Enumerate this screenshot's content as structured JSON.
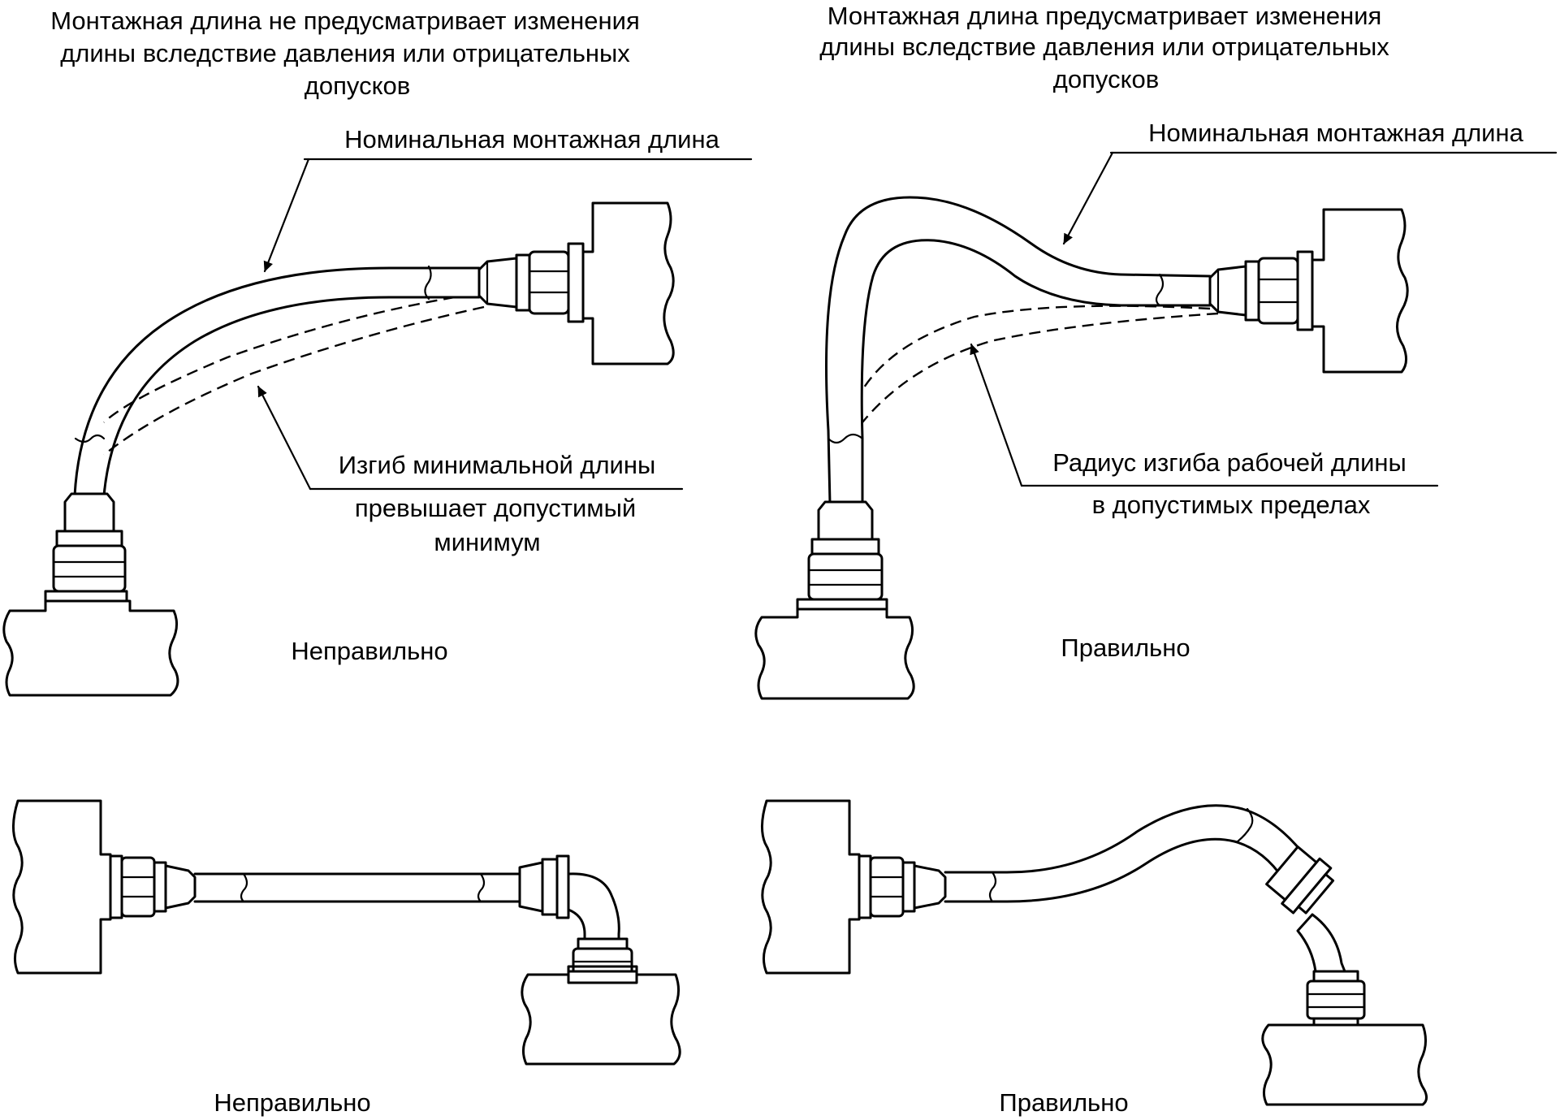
{
  "diagram": {
    "top_left": {
      "heading_lines": [
        "Монтажная длина не предусматривает изменения",
        "длины вследствие давления или отрицательных",
        "допусков"
      ],
      "nominal_label": "Номинальная монтажная длина",
      "bend_label_lines": [
        "Изгиб минимальной длины",
        "превышает допустимый",
        "минимум"
      ],
      "caption": "Неправильно"
    },
    "top_right": {
      "heading_lines": [
        "Монтажная длина предусматривает изменения",
        "длины вследствие давления или отрицательных",
        "допусков"
      ],
      "nominal_label": "Номинальная монтажная длина",
      "radius_label_lines": [
        "Радиус изгиба рабочей длины",
        "в допустимых пределах"
      ],
      "caption": "Правильно"
    },
    "bottom_left": {
      "caption": "Неправильно"
    },
    "bottom_right": {
      "caption": "Правильно"
    }
  }
}
